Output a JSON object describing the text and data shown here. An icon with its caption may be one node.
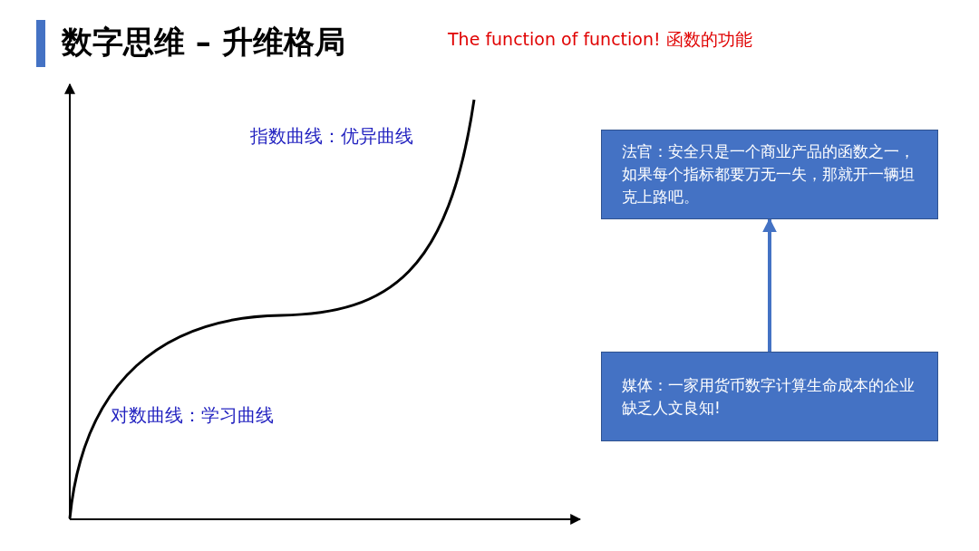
{
  "diagram": {
    "title": "数字思维 – 升维格局",
    "nodes": [
      {
        "text": [
          "法官：安全只是一个商业产品的函数之一，如果每个指标都要万无一失，那就开一辆坦克上路吧。"
        ]
      },
      {
        "text": [
          "媒体：一家用货币数字计算生命成本的企业缺乏人文良知!"
        ]
      }
    ],
    "edges": [
      {
        "from": 1,
        "to": 0,
        "arrow": "to"
      }
    ],
    "labels": [
      "The function of function! 函数的功能",
      "指数曲线：优异曲线",
      "对数曲线：学习曲线"
    ]
  }
}
